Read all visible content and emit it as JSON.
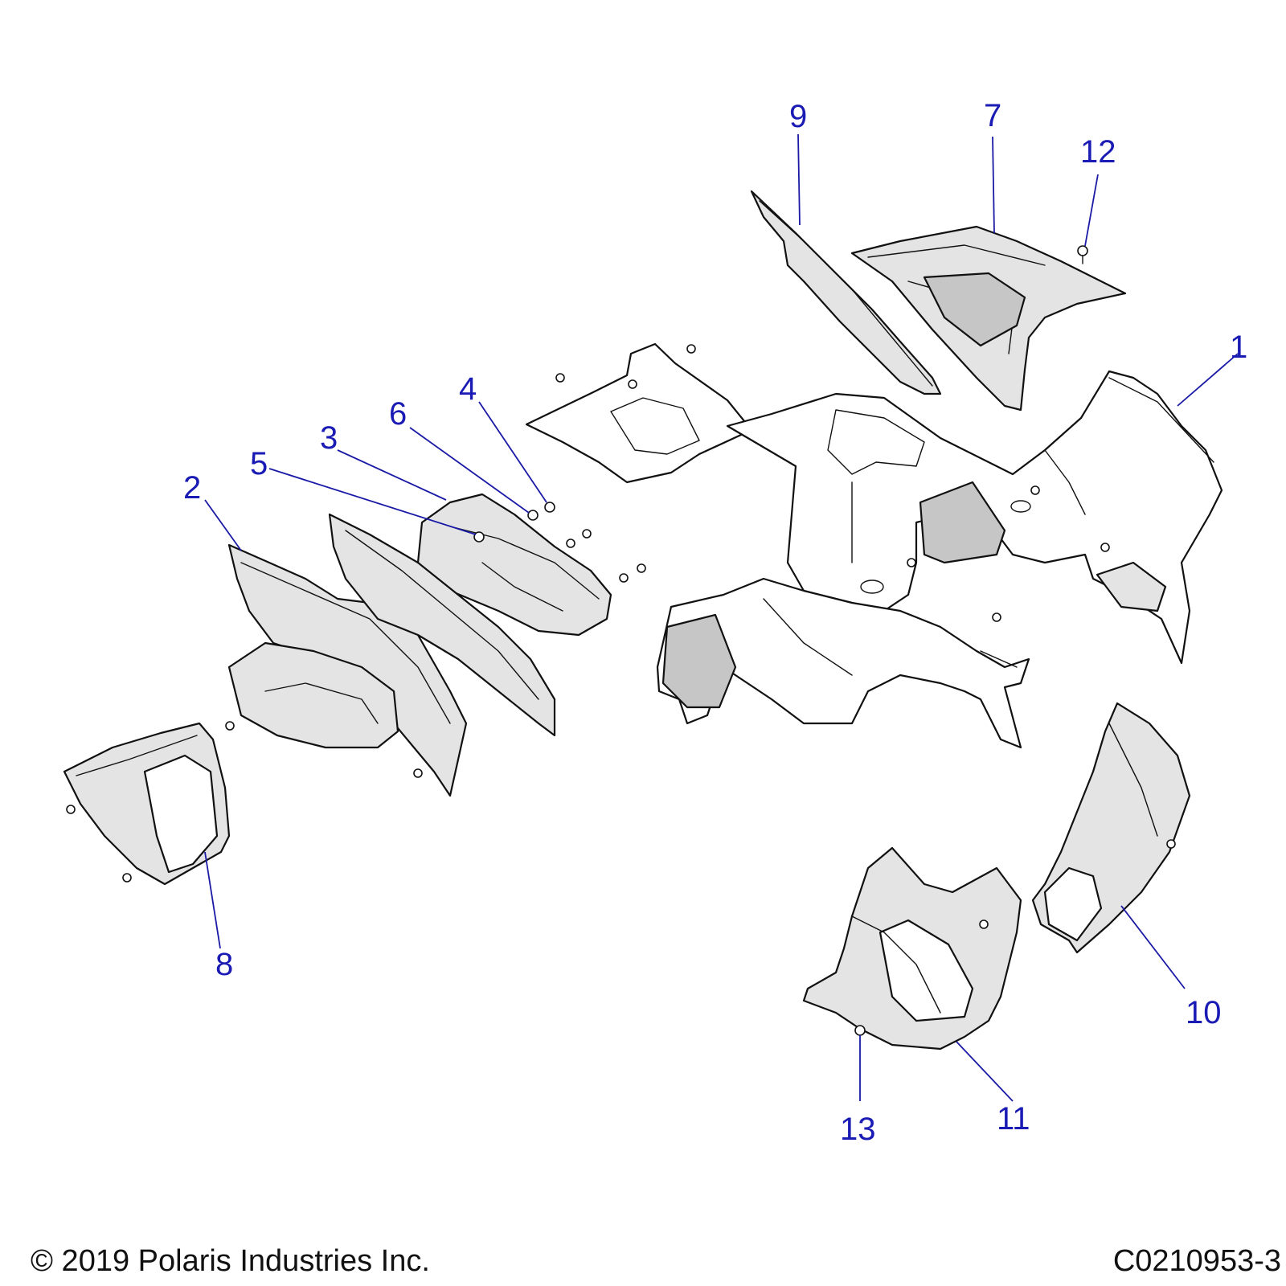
{
  "callouts": [
    {
      "id": "c1",
      "label": "1"
    },
    {
      "id": "c2",
      "label": "2"
    },
    {
      "id": "c3",
      "label": "3"
    },
    {
      "id": "c4",
      "label": "4"
    },
    {
      "id": "c5",
      "label": "5"
    },
    {
      "id": "c6",
      "label": "6"
    },
    {
      "id": "c7",
      "label": "7"
    },
    {
      "id": "c8",
      "label": "8"
    },
    {
      "id": "c9",
      "label": "9"
    },
    {
      "id": "c10",
      "label": "10"
    },
    {
      "id": "c11",
      "label": "11"
    },
    {
      "id": "c12",
      "label": "12"
    },
    {
      "id": "c13",
      "label": "13"
    }
  ],
  "footer": {
    "copyright": "© 2019 Polaris Industries Inc.",
    "drawing_number": "C0210953-3"
  },
  "colors": {
    "callout": "#1a1ab4",
    "leader": "#1a1aa6",
    "outline": "#111111",
    "shade_mid": "#e4e4e4",
    "shade_dark": "#c6c6c6"
  }
}
